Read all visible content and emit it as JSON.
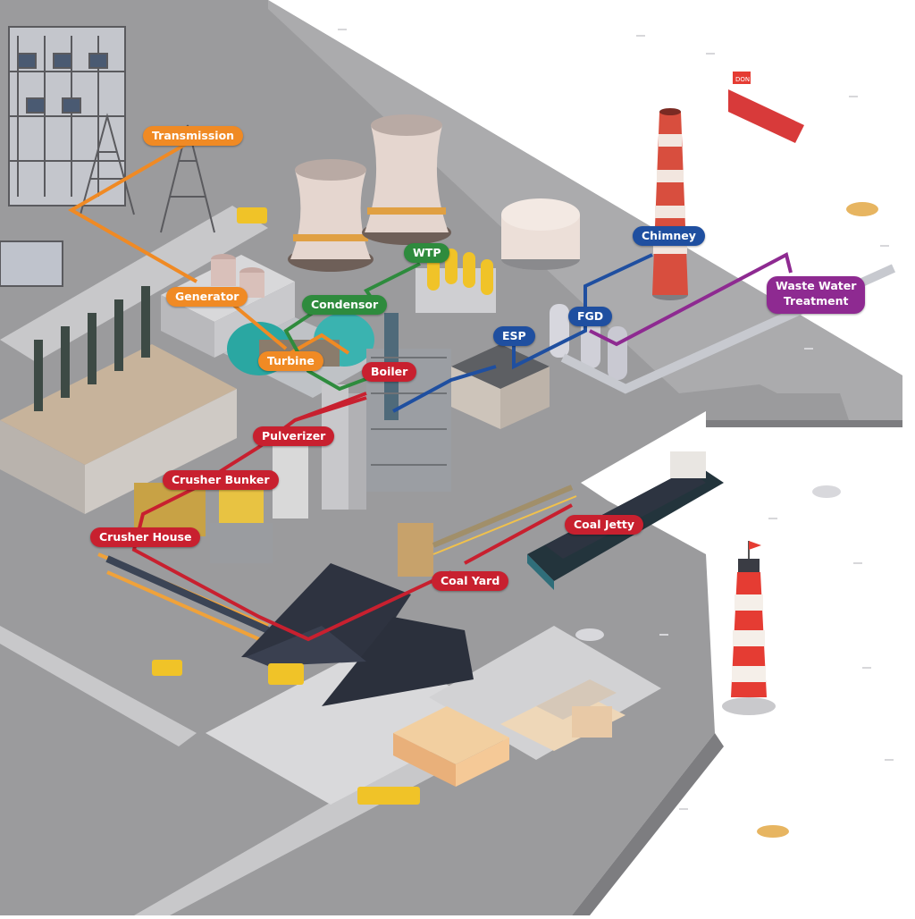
{
  "colors": {
    "ground": "#9b9b9d",
    "land": "#e6e6e8",
    "water": "#ffffff",
    "coal_chain": "#c8202f",
    "steam_chain": "#f08a24",
    "water_chain": "#2e8b3d",
    "flue_chain": "#1f4fa0",
    "waste_chain": "#8e2a91"
  },
  "labels": {
    "transmission": "Transmission",
    "generator": "Generator",
    "turbine": "Turbine",
    "condensor": "Condensor",
    "wtp": "WTP",
    "boiler": "Boiler",
    "pulverizer": "Pulverizer",
    "crusher_bunker": "Crusher Bunker",
    "crusher_house": "Crusher House",
    "coal_yard": "Coal Yard",
    "coal_jetty": "Coal Jetty",
    "esp": "ESP",
    "fgd": "FGD",
    "chimney": "Chimney",
    "waste_water_line1": "Waste Water",
    "waste_water_line2": "Treatment"
  },
  "ship_flag_text": "DON",
  "icons": [
    "transmission-tower-icon",
    "transformer-icon",
    "cooling-tower-icon",
    "storage-tank-icon",
    "chimney-icon",
    "lighthouse-icon",
    "cargo-ship-icon",
    "tugboat-icon",
    "coal-pile-icon",
    "truck-icon",
    "warehouse-icon",
    "office-building-icon"
  ]
}
